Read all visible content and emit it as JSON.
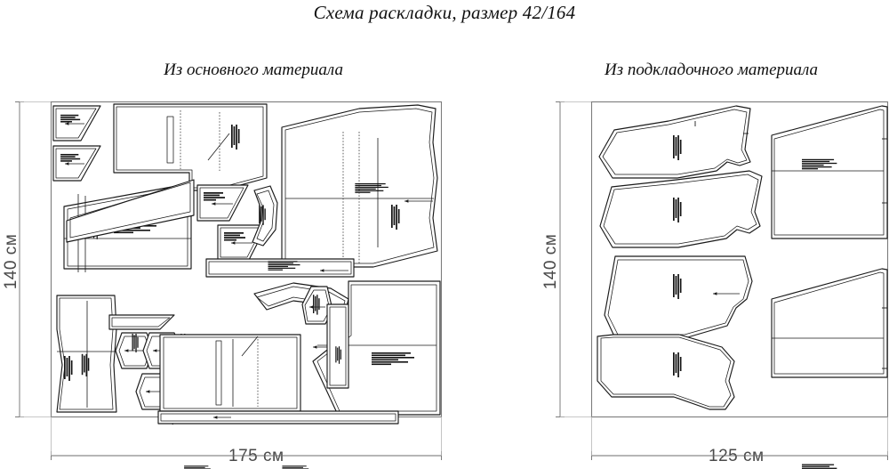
{
  "document": {
    "title": "Схема раскладки, размер 42/164",
    "type": "sewing-pattern-cutting-layout"
  },
  "panels": [
    {
      "id": "main-fabric",
      "heading": "Из основного материала",
      "width_label": "175 см",
      "height_label": "140 см",
      "fabric_width_cm": 175,
      "fabric_height_cm": 140
    },
    {
      "id": "lining-fabric",
      "heading": "Из подкладочного материала",
      "width_label": "125 см",
      "height_label": "140 см",
      "fabric_width_cm": 125,
      "fabric_height_cm": 140
    }
  ],
  "legend": {
    "units": "см",
    "line_color": "#1a1a1a",
    "dimension_color": "#4a4a4a",
    "background": "#ffffff"
  }
}
